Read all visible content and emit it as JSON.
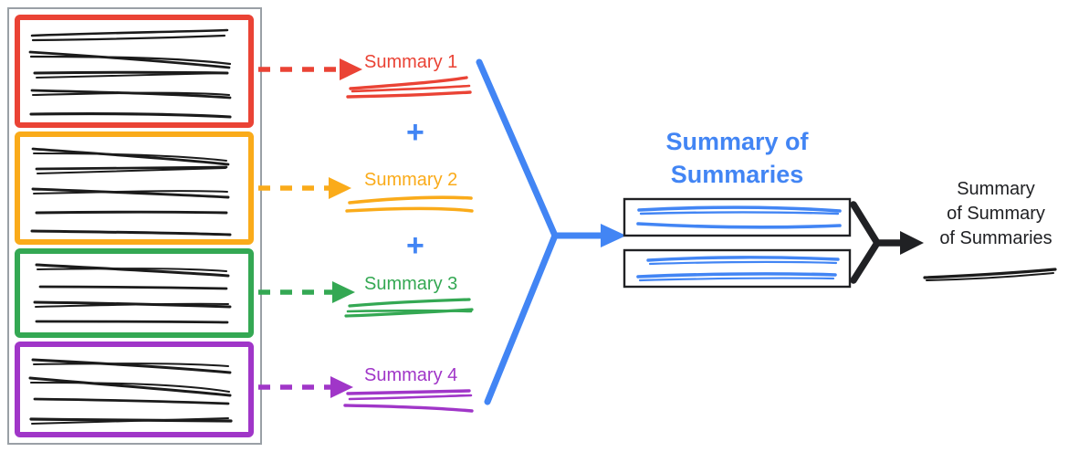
{
  "diagram": {
    "title_hidden": "Hierarchical summarization pipeline",
    "colors": {
      "red": "#EA4335",
      "orange": "#FAAB1A",
      "green": "#34A853",
      "purple": "#A036C8",
      "blue": "#4285F4",
      "black": "#202124",
      "container_border": "#9AA0A6"
    },
    "source_container": {
      "label": "source-documents-container",
      "documents": [
        {
          "name": "document-1",
          "color_key": "red",
          "color": "#EA4335",
          "line_count": 5
        },
        {
          "name": "document-2",
          "color_key": "orange",
          "color": "#FAAB1A",
          "line_count": 5
        },
        {
          "name": "document-3",
          "color_key": "green",
          "color": "#34A853",
          "line_count": 4
        },
        {
          "name": "document-4",
          "color_key": "purple",
          "color": "#A036C8",
          "line_count": 4
        }
      ]
    },
    "summaries": [
      {
        "label": "Summary 1",
        "color": "#EA4335",
        "line_count": 3
      },
      {
        "label": "Summary 2",
        "color": "#FAAB1A",
        "line_count": 2
      },
      {
        "label": "Summary 3",
        "color": "#34A853",
        "line_count": 3
      },
      {
        "label": "Summary 4",
        "color": "#A036C8",
        "line_count": 3
      }
    ],
    "operators": [
      {
        "symbol": "+",
        "color": "#4285F4"
      },
      {
        "symbol": "+",
        "color": "#4285F4"
      }
    ],
    "summary_of_summaries": {
      "title_line_1": "Summary of",
      "title_line_2": "Summaries",
      "color": "#4285F4",
      "boxes": [
        {
          "name": "sos-box-1",
          "line_count": 2
        },
        {
          "name": "sos-box-2",
          "line_count": 2
        }
      ]
    },
    "final_output": {
      "title_line_1": "Summary",
      "title_line_2": "of Summary",
      "title_line_3": "of Summaries",
      "color": "#202124",
      "line_count": 1
    }
  }
}
